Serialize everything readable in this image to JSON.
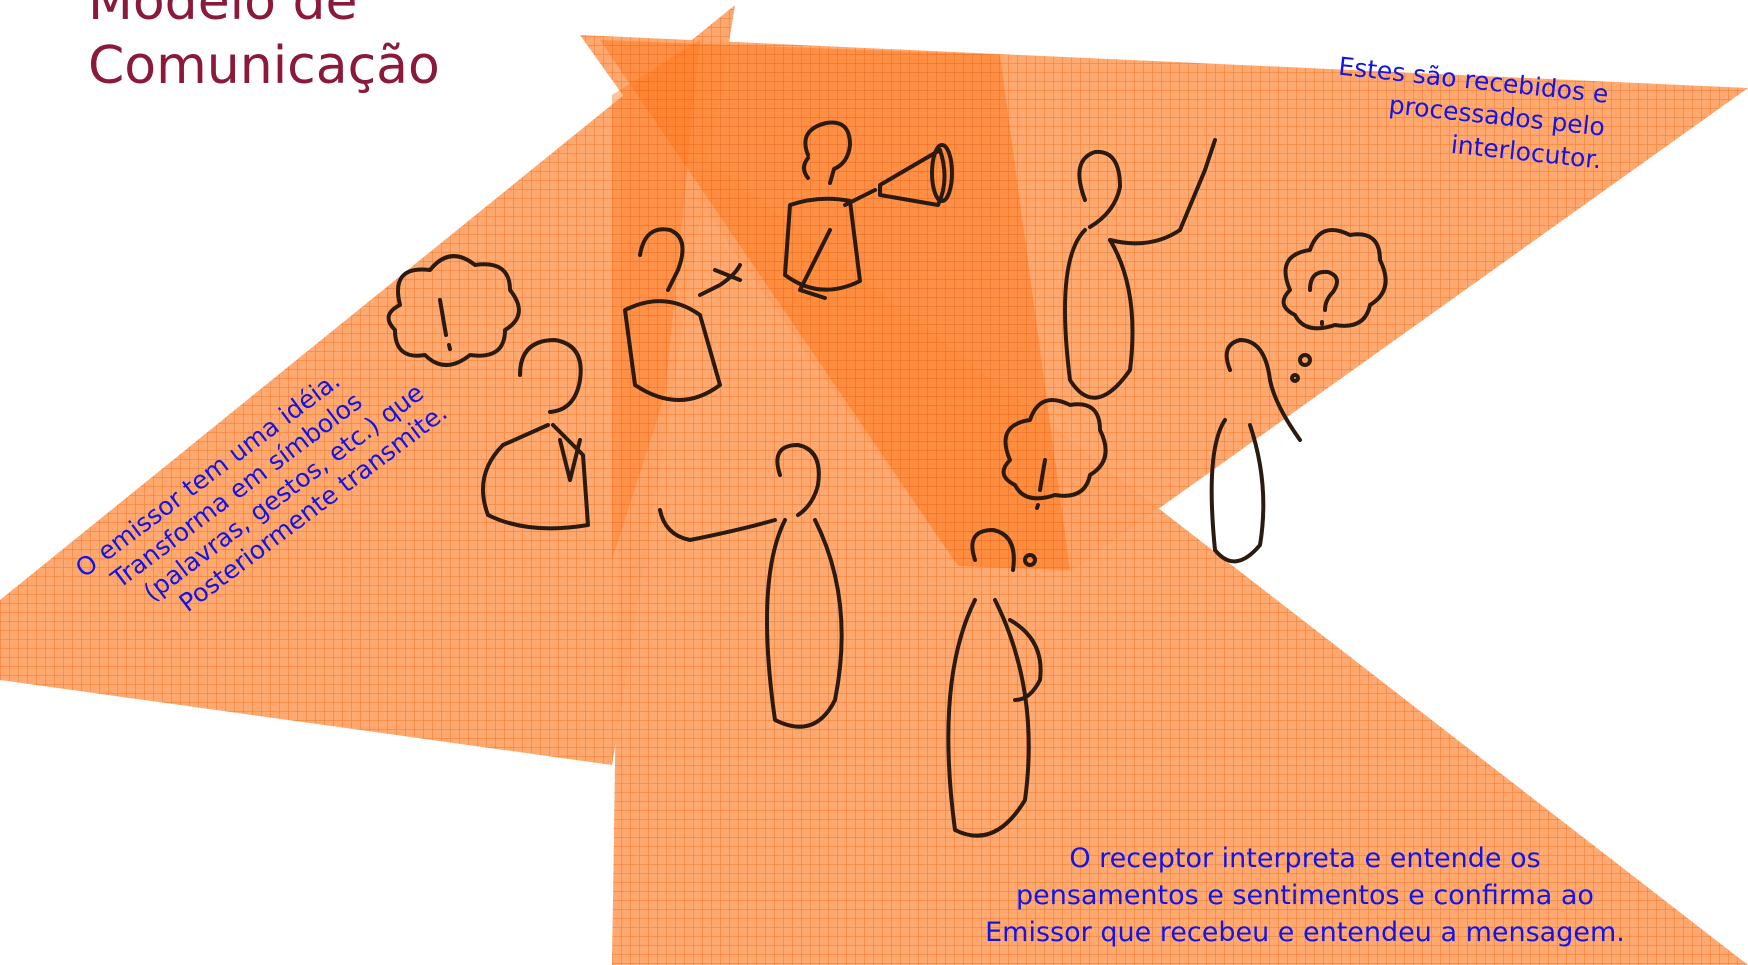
{
  "slide": {
    "title_line1": "Modelo de",
    "title_line2": "Comunicação"
  },
  "notes": {
    "emitter": [
      "O emissor tem uma idéia.",
      "Transforma em símbolos",
      "(palavras, gestos, etc.) que",
      "Posteriormente transmite."
    ],
    "interlocutor": [
      "Estes são recebidos e",
      "processados pelo",
      "interlocutor."
    ],
    "receiver": [
      "O receptor interpreta e entende os",
      "pensamentos e sentimentos e confirma ao",
      "Emissor que recebeu e entendeu a mensagem."
    ]
  },
  "icons": [
    "idea-bubble-icon",
    "question-bubble-icon",
    "megaphone-icon"
  ],
  "colors": {
    "beam": "#ff8c3a",
    "title": "#8b1a3a",
    "note_text": "#1414e6",
    "sketch": "#2b1a10"
  }
}
